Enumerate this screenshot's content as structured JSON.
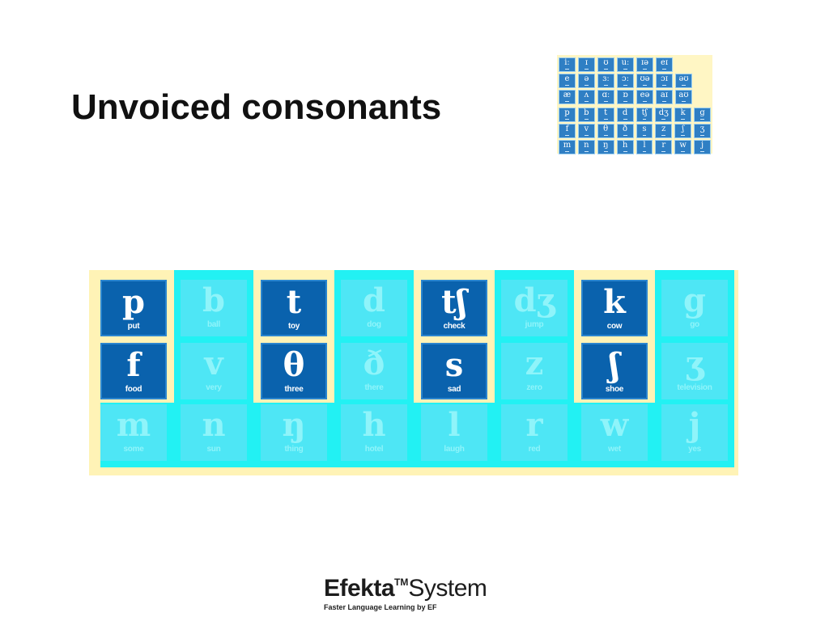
{
  "slide": {
    "title": "Unvoiced consonants"
  },
  "mini_chart": {
    "rows": [
      [
        "iː",
        "ɪ",
        "ʊ",
        "uː",
        "ɪə",
        "eɪ"
      ],
      [
        "e",
        "ə",
        "ɜː",
        "ɔː",
        "ʊə",
        "ɔɪ",
        "əʊ"
      ],
      [
        "æ",
        "ʌ",
        "ɑː",
        "ɒ",
        "eə",
        "aɪ",
        "aʊ"
      ],
      [
        "p",
        "b",
        "t",
        "d",
        "tʃ",
        "dʒ",
        "k",
        "g"
      ],
      [
        "f",
        "v",
        "θ",
        "ð",
        "s",
        "z",
        "ʃ",
        "ʒ"
      ],
      [
        "m",
        "n",
        "ŋ",
        "h",
        "l",
        "r",
        "w",
        "j"
      ]
    ]
  },
  "chart": {
    "cells": [
      {
        "symbol": "p",
        "word": "put",
        "active": true
      },
      {
        "symbol": "b",
        "word": "ball",
        "active": false
      },
      {
        "symbol": "t",
        "word": "toy",
        "active": true
      },
      {
        "symbol": "d",
        "word": "dog",
        "active": false
      },
      {
        "symbol": "tʃ",
        "word": "check",
        "active": true
      },
      {
        "symbol": "dʒ",
        "word": "jump",
        "active": false
      },
      {
        "symbol": "k",
        "word": "cow",
        "active": true
      },
      {
        "symbol": "g",
        "word": "go",
        "active": false
      },
      {
        "symbol": "f",
        "word": "food",
        "active": true
      },
      {
        "symbol": "v",
        "word": "very",
        "active": false
      },
      {
        "symbol": "θ",
        "word": "three",
        "active": true
      },
      {
        "symbol": "ð",
        "word": "there",
        "active": false
      },
      {
        "symbol": "s",
        "word": "sad",
        "active": true
      },
      {
        "symbol": "z",
        "word": "zero",
        "active": false
      },
      {
        "symbol": "ʃ",
        "word": "shoe",
        "active": true
      },
      {
        "symbol": "ʒ",
        "word": "television",
        "active": false
      },
      {
        "symbol": "m",
        "word": "some",
        "active": false
      },
      {
        "symbol": "n",
        "word": "sun",
        "active": false
      },
      {
        "symbol": "ŋ",
        "word": "thing",
        "active": false
      },
      {
        "symbol": "h",
        "word": "hotel",
        "active": false
      },
      {
        "symbol": "l",
        "word": "laugh",
        "active": false
      },
      {
        "symbol": "r",
        "word": "red",
        "active": false
      },
      {
        "symbol": "w",
        "word": "wet",
        "active": false
      },
      {
        "symbol": "j",
        "word": "yes",
        "active": false
      }
    ]
  },
  "logo": {
    "brand": "Efekta",
    "tm": "TM",
    "system": "System",
    "tagline": "Faster Language Learning by EF"
  },
  "colors": {
    "active_cell": "#0a62ad",
    "inactive_cell": "#4ee6f5",
    "column_highlight": "#22f1f3",
    "chart_background": "#fff3b6"
  }
}
